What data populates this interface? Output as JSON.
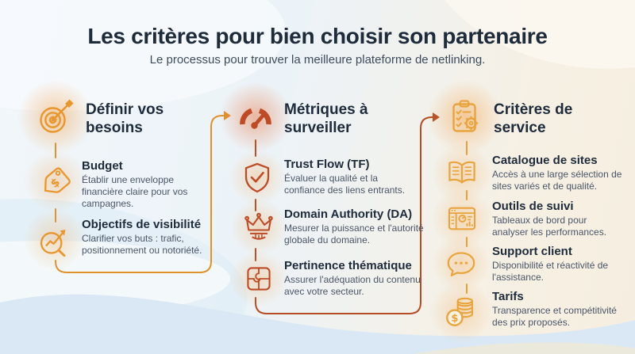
{
  "header": {
    "title": "Les critères pour bien choisir son partenaire",
    "subtitle": "Le processus pour trouver la meilleure plateforme de netlinking."
  },
  "columns": [
    {
      "title": "Définir vos besoins",
      "icon": "target-icon",
      "accent": "#E8962E",
      "items": [
        {
          "icon": "price-tag-icon",
          "title": "Budget",
          "description": "Établir une enveloppe financière claire pour vos campagnes."
        },
        {
          "icon": "chart-magnifier-icon",
          "title": "Objectifs de visibilité",
          "description": "Clarifier vos buts : trafic, positionnement ou notoriété."
        }
      ]
    },
    {
      "title": "Métriques à surveiller",
      "icon": "gauge-icon",
      "accent": "#BC4B26",
      "items": [
        {
          "icon": "shield-check-icon",
          "title": "Trust Flow (TF)",
          "description": "Évaluer la qualité et la confiance des liens entrants."
        },
        {
          "icon": "crown-icon",
          "title": "Domain Authority (DA)",
          "description": "Mesurer la puissance et l'autorité globale du domaine."
        },
        {
          "icon": "puzzle-icon",
          "title": "Pertinence thématique",
          "description": "Assurer l'adéquation du contenu avec votre secteur."
        }
      ]
    },
    {
      "title": "Critères de service",
      "icon": "clipboard-checklist-icon",
      "accent": "#E8A43D",
      "items": [
        {
          "icon": "open-book-icon",
          "title": "Catalogue de sites",
          "description": "Accès à une large sélection de sites variés et de qualité."
        },
        {
          "icon": "dashboard-icon",
          "title": "Outils de suivi",
          "description": "Tableaux de bord pour analyser les performances."
        },
        {
          "icon": "chat-bubble-icon",
          "title": "Support client",
          "description": "Disponibilité et réactivité de l'assistance."
        },
        {
          "icon": "coins-icon",
          "title": "Tarifs",
          "description": "Transparence et compétitivité des prix proposés."
        }
      ]
    }
  ],
  "colors": {
    "title_text": "#1E2B3B",
    "body_text": "#4A5668",
    "accent_orange": "#E8962E",
    "accent_rust": "#BC4B26",
    "accent_gold": "#E8A43D",
    "background_blue": "#DCEAF5",
    "background_cream": "#F6F0E4"
  }
}
